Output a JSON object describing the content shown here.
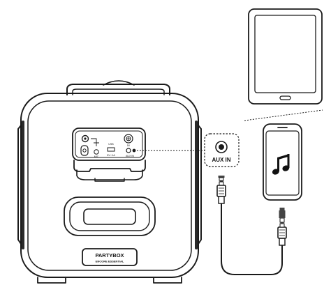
{
  "speaker": {
    "brand_line1": "PARTYBOX",
    "brand_line2": "ENCORE ESSENTIAL",
    "port_labels": {
      "usb_top": "USB",
      "usb_bottom": "5V⎓1A",
      "mic": "MIC",
      "aux": "AUX IN",
      "dc": "5V"
    }
  },
  "aux_callout": {
    "label": "AUX IN"
  },
  "phone": {
    "icon": "music-note-icon"
  },
  "tablet": {
    "icon": "tablet-icon"
  },
  "colors": {
    "stroke": "#1a1a1a",
    "fill": "#ffffff",
    "tip": "#444444"
  }
}
